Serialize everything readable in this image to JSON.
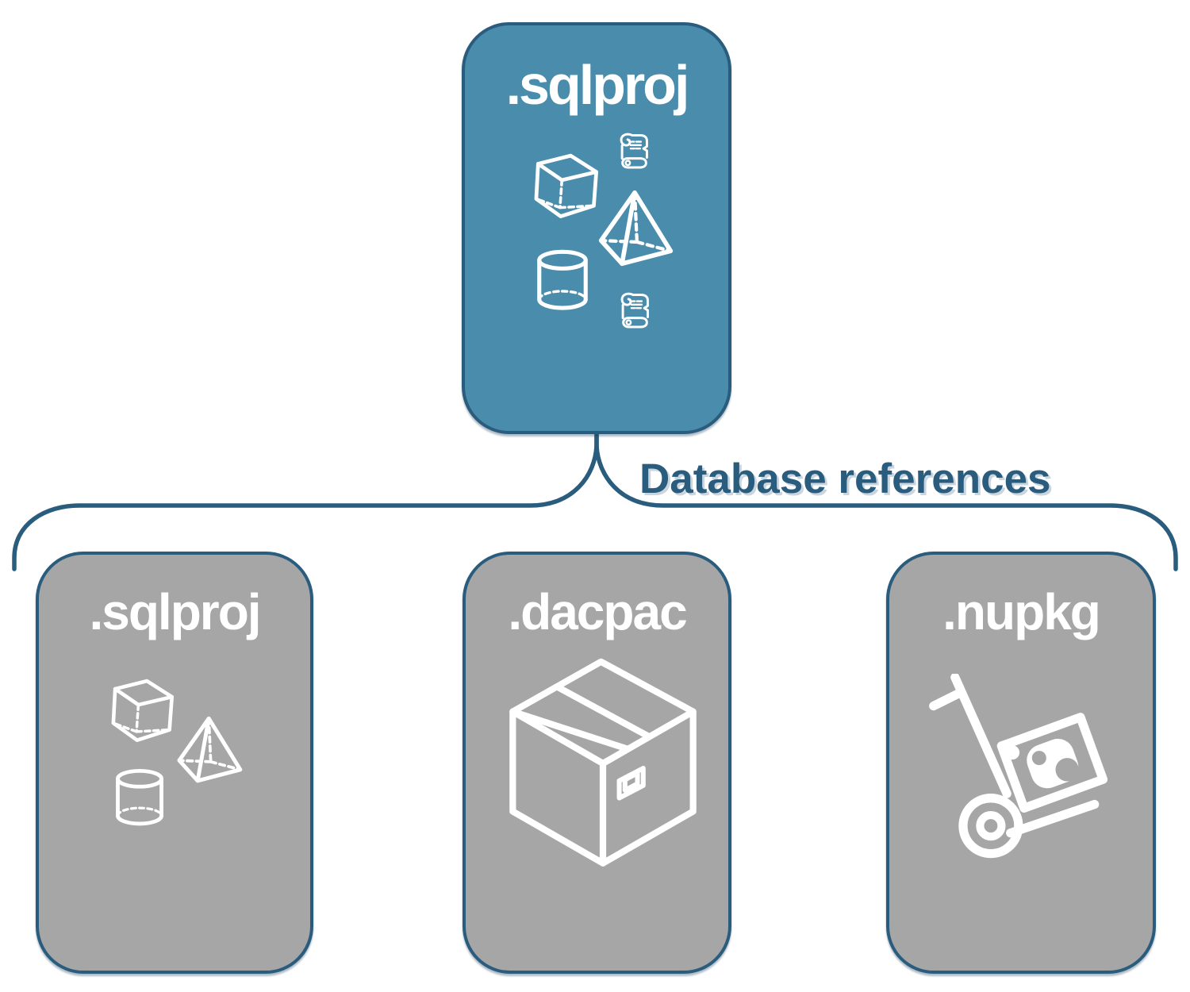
{
  "root_card": {
    "label": ".sqlproj"
  },
  "connector": {
    "label": "Database references"
  },
  "child_cards": [
    {
      "label": ".sqlproj"
    },
    {
      "label": ".dacpac"
    },
    {
      "label": ".nupkg"
    }
  ],
  "colors": {
    "root_fill": "#4A8CAB",
    "child_fill": "#A6A6A6",
    "outline_navy": "#2A5C7E",
    "icon_and_label_text": "#FFFFFF",
    "background": "#FFFFFF"
  }
}
